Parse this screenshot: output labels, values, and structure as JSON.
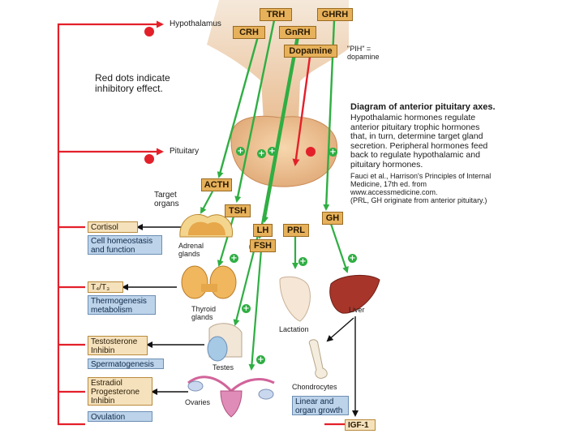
{
  "colors": {
    "stimulatory": "#2fae43",
    "inhibitory": "#e3202a",
    "hormone_box": "#e6b15a",
    "output_box": "#f5e2bd",
    "effect_box": "#bcd3ea"
  },
  "levels": {
    "hypothalamus": "Hypothalamus",
    "pituitary": "Pituitary",
    "target_organs": "Target\norgans"
  },
  "hypothalamic_hormones": {
    "trh": "TRH",
    "ghrh": "GHRH",
    "crh": "CRH",
    "gnrh": "GnRH",
    "dopamine": "Dopamine"
  },
  "pih_note": "\"PIH\" =\ndopamine",
  "legend_note": "Red dots indicate\ninhibitory effect.",
  "description": {
    "title": "Diagram of anterior pituitary axes.",
    "body": "Hypothalamic hormones regulate\nanterior pituitary trophic hormones\nthat, in turn, determine target gland\nsecretion. Peripheral hormones feed\nback to regulate hypothalamic and\npituitary hormones.",
    "citation": "Fauci et al., Harrison's Principles of Internal\nMedicine, 17th ed. from\nwww.accessmedicine.com.\n(PRL, GH originate from anterior pituitary.)"
  },
  "pituitary_hormones": {
    "acth": "ACTH",
    "tsh": "TSH",
    "lh": "LH",
    "fsh": "FSH",
    "prl": "PRL",
    "gh": "GH"
  },
  "target_glands": {
    "adrenal": "Adrenal\nglands",
    "thyroid": "Thyroid\nglands",
    "testes": "Testes",
    "ovaries": "Ovaries",
    "lactation": "Lactation",
    "liver": "Liver",
    "chondrocytes": "Chondrocytes"
  },
  "peripheral_hormones": {
    "cortisol": "Cortisol",
    "t4t3": "T₄/T₃",
    "testosterone": "Testosterone\nInhibin",
    "estradiol": "Estradiol\nProgesterone\nInhibin",
    "igf1": "IGF-1"
  },
  "effects": {
    "cortisol": "Cell homeostasis\nand function",
    "thyroid": "Thermogenesis\nmetabolism",
    "testes": "Spermatogenesis",
    "ovaries": "Ovulation",
    "growth": "Linear and\norgan growth"
  },
  "plus_sign": "+"
}
